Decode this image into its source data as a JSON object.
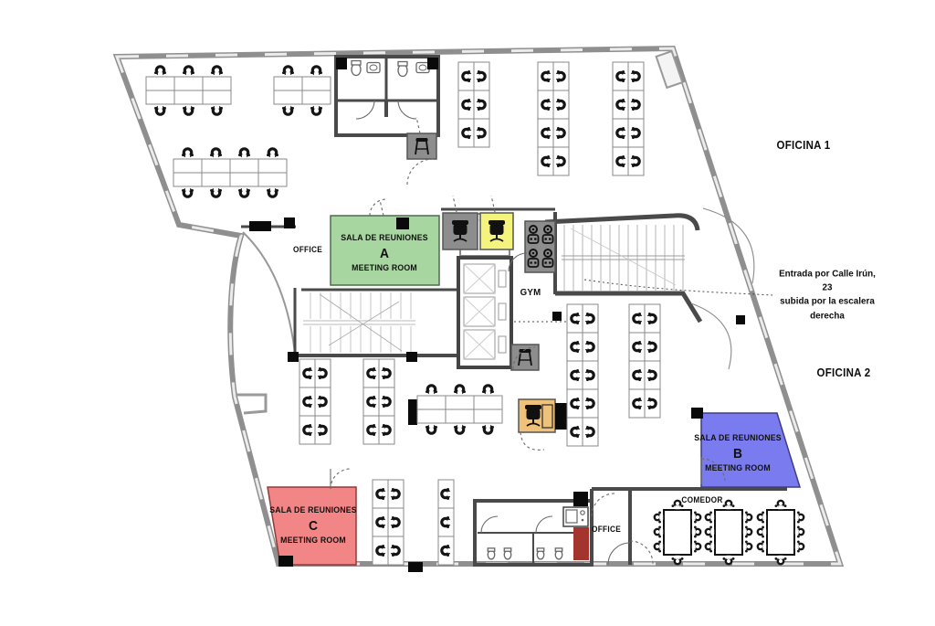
{
  "labels": {
    "oficina_1": "OFICINA 1",
    "oficina_2": "OFICINA 2",
    "office_left": "OFFICE",
    "office_bottom": "OFFICE",
    "gym": "GYM",
    "comedor": "COMEDOR"
  },
  "annotation": {
    "line1": "Entrada por Calle Irún, 23",
    "line2": "subida por la escalera",
    "line3": "derecha"
  },
  "rooms": {
    "meeting_room_a": {
      "title": "SALA DE REUNIONES",
      "letter": "A",
      "subtitle": "MEETING ROOM",
      "color": "#a8d6a0"
    },
    "meeting_room_b": {
      "title": "SALA DE REUNIONES",
      "letter": "B",
      "subtitle": "MEETING ROOM",
      "color": "#7b7bf0"
    },
    "meeting_room_c": {
      "title": "SALA DE REUNIONES",
      "letter": "C",
      "subtitle": "MEETING ROOM",
      "color": "#f28585"
    }
  },
  "highlights": {
    "yellow_chair_box": "#f3f37d",
    "orange_chair_box": "#f0c178",
    "gray_box": "#8d8d8d",
    "dark_red_block": "#a3342e"
  }
}
